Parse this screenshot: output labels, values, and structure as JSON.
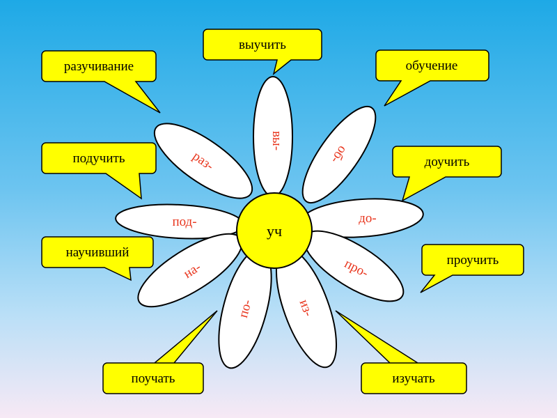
{
  "flower": {
    "center_label": "уч",
    "petals": {
      "vy": "вы-",
      "ob": "об-",
      "do": "до-",
      "pro": "про-",
      "iz": "из-",
      "po": "по-",
      "na": "на-",
      "pod": "под-",
      "raz": "раз-"
    }
  },
  "words": {
    "vyuchit": "выучить",
    "obuchenie": "обучение",
    "razuchivanie": "разучивание",
    "poduchit": "подучить",
    "douchit": "доучить",
    "nauchivshiy": "научивший",
    "prouchit": "проучить",
    "pouchat": "поучать",
    "izuchat": "изучать"
  },
  "colors": {
    "bubble": "#ffff00",
    "prefix_text": "#e8341c",
    "center": "#ffff00"
  }
}
